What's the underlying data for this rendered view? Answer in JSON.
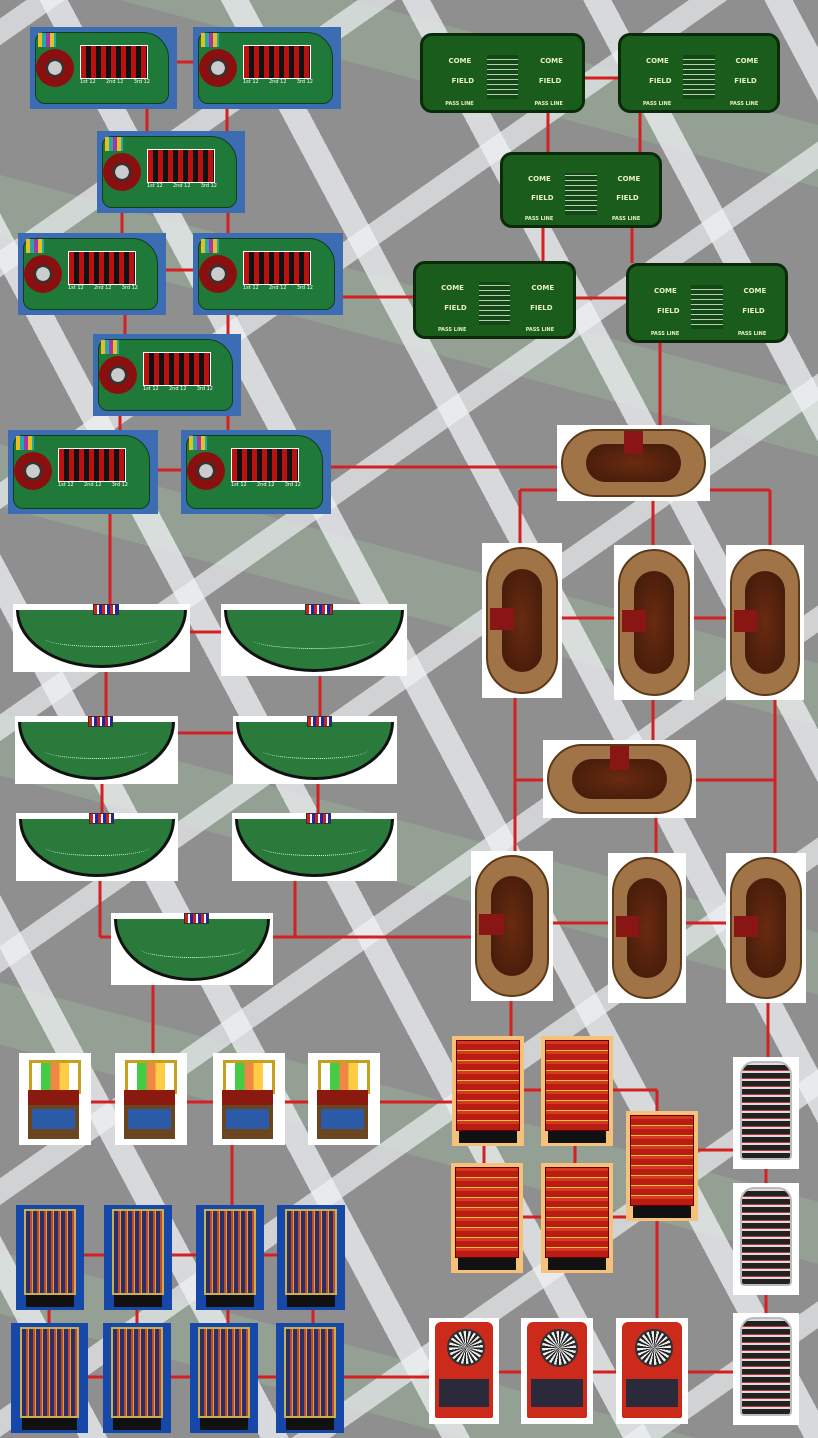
{
  "accent": {
    "connector": "#d42020"
  },
  "labels": {
    "craps_come": "COME",
    "craps_field": "FIELD",
    "craps_pass_line": "PASS LINE",
    "roulette_dozens": [
      "1st 12",
      "2nd 12",
      "3rd 12"
    ]
  },
  "nodes": [
    {
      "id": "r1",
      "type": "roulette"
    },
    {
      "id": "r2",
      "type": "roulette"
    },
    {
      "id": "r3",
      "type": "roulette"
    },
    {
      "id": "r4",
      "type": "roulette"
    },
    {
      "id": "r5",
      "type": "roulette"
    },
    {
      "id": "r6",
      "type": "roulette"
    },
    {
      "id": "r7",
      "type": "roulette"
    },
    {
      "id": "r8",
      "type": "roulette"
    },
    {
      "id": "c1",
      "type": "craps"
    },
    {
      "id": "c2",
      "type": "craps"
    },
    {
      "id": "c3",
      "type": "craps"
    },
    {
      "id": "c4",
      "type": "craps"
    },
    {
      "id": "c5",
      "type": "craps"
    },
    {
      "id": "p1",
      "type": "poker-h"
    },
    {
      "id": "p2",
      "type": "poker-v"
    },
    {
      "id": "p3",
      "type": "poker-v"
    },
    {
      "id": "p4",
      "type": "poker-v"
    },
    {
      "id": "p5",
      "type": "poker-h"
    },
    {
      "id": "p6",
      "type": "poker-v"
    },
    {
      "id": "p7",
      "type": "poker-v"
    },
    {
      "id": "p8",
      "type": "poker-v"
    },
    {
      "id": "b1",
      "type": "blackjack"
    },
    {
      "id": "b2",
      "type": "blackjack"
    },
    {
      "id": "b3",
      "type": "blackjack"
    },
    {
      "id": "b4",
      "type": "blackjack"
    },
    {
      "id": "b5",
      "type": "blackjack"
    },
    {
      "id": "b6",
      "type": "blackjack"
    },
    {
      "id": "b7",
      "type": "blackjack"
    },
    {
      "id": "s1",
      "type": "classic-slot"
    },
    {
      "id": "s2",
      "type": "classic-slot"
    },
    {
      "id": "s3",
      "type": "classic-slot"
    },
    {
      "id": "s4",
      "type": "classic-slot"
    },
    {
      "id": "f1",
      "type": "fruit-machine"
    },
    {
      "id": "f2",
      "type": "fruit-machine"
    },
    {
      "id": "f3",
      "type": "fruit-machine"
    },
    {
      "id": "f4",
      "type": "fruit-machine"
    },
    {
      "id": "f5",
      "type": "fruit-machine"
    },
    {
      "id": "v1",
      "type": "video-slot"
    },
    {
      "id": "v2",
      "type": "video-slot"
    },
    {
      "id": "v3",
      "type": "video-slot"
    },
    {
      "id": "v4",
      "type": "video-slot"
    },
    {
      "id": "v5",
      "type": "video-slot"
    },
    {
      "id": "v6",
      "type": "video-slot"
    },
    {
      "id": "v7",
      "type": "video-slot"
    },
    {
      "id": "v8",
      "type": "video-slot"
    },
    {
      "id": "d1",
      "type": "darts-machine"
    },
    {
      "id": "d2",
      "type": "darts-machine"
    },
    {
      "id": "d3",
      "type": "darts-machine"
    },
    {
      "id": "t1",
      "type": "upright-machine"
    },
    {
      "id": "t2",
      "type": "upright-machine"
    },
    {
      "id": "t3",
      "type": "upright-machine"
    }
  ]
}
